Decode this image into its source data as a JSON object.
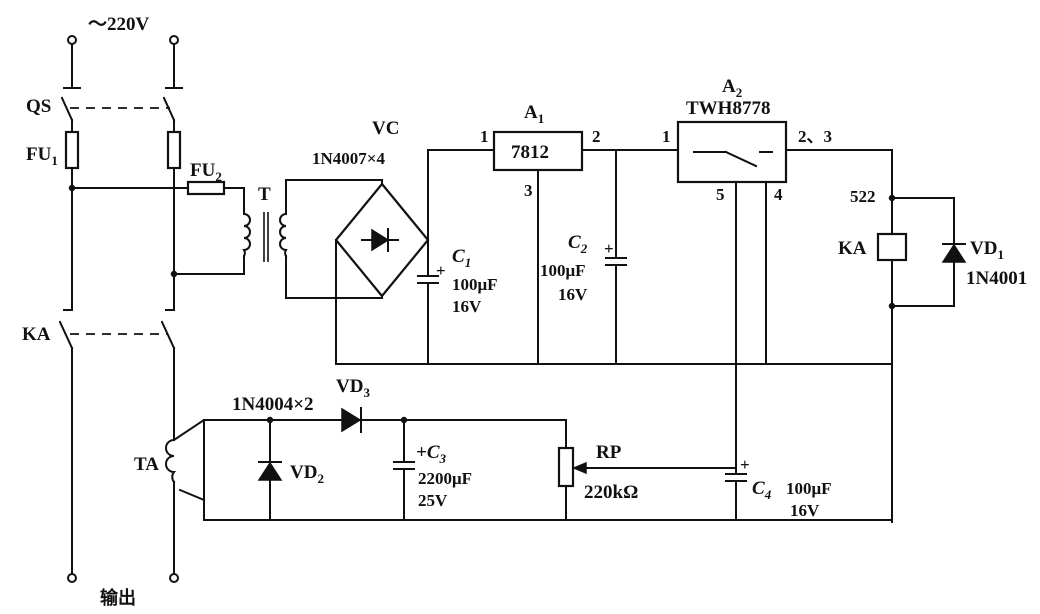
{
  "supply": "～220V",
  "output": "输出",
  "QS": "QS",
  "FU1": {
    "main": "FU",
    "sub": "1"
  },
  "FU2": {
    "main": "FU",
    "sub": "2"
  },
  "KA_contact": "KA",
  "T": "T",
  "VC": {
    "name": "VC",
    "part": "1N4007×4"
  },
  "C1": {
    "main": "C",
    "sub": "1",
    "cap": "100μF",
    "volt": "16V"
  },
  "A1": {
    "main": "A",
    "sub": "1",
    "part": "7812",
    "pin1": "1",
    "pin2": "2",
    "pin3": "3"
  },
  "C2": {
    "main": "C",
    "sub": "2",
    "cap": "100μF",
    "volt": "16V"
  },
  "A2": {
    "main": "A",
    "sub": "2",
    "part": "TWH8778",
    "pin1": "1",
    "pin23": "2、3",
    "pin5": "5",
    "pin4": "4"
  },
  "relay": {
    "num": "522",
    "name": "KA"
  },
  "VD1": {
    "main": "VD",
    "sub": "1",
    "part": "1N4001"
  },
  "TA": "TA",
  "VD_pair": "1N4004×2",
  "VD3": {
    "main": "VD",
    "sub": "3"
  },
  "VD2": {
    "main": "VD",
    "sub": "2"
  },
  "C3": {
    "main": "C",
    "sub": "3",
    "cap": "2200μF",
    "volt": "25V",
    "plus": "+"
  },
  "RP": {
    "name": "RP",
    "value": "220kΩ"
  },
  "C4": {
    "main": "C",
    "sub": "4",
    "cap": "100μF",
    "volt": "16V",
    "plus": "+"
  },
  "plus": "+"
}
